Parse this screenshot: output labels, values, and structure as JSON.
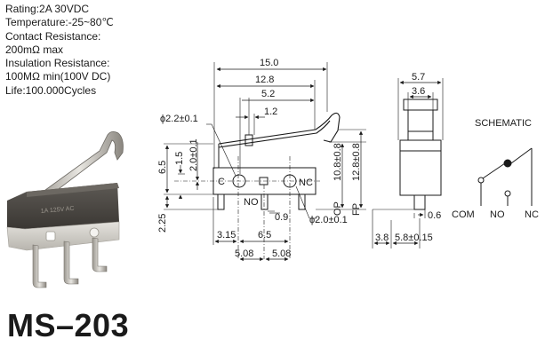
{
  "specs": {
    "rating": "Rating:2A  30VDC",
    "temperature": "Temperature:-25~80℃",
    "contact_resistance_label": "Contact Resistance:",
    "contact_resistance_value": "200mΩ max",
    "insulation_resistance_label": "Insulation Resistance:",
    "insulation_resistance_value": "100MΩ min(100V DC)",
    "life": "Life:100.000Cycles"
  },
  "model": "MS–203",
  "product_photo": {
    "body_marking": "1A 125V AC"
  },
  "front_view": {
    "dim_total_width": "15.0",
    "dim_lever_length": "12.8",
    "dim_5_2": "5.2",
    "dim_1_2": "1.2",
    "dim_hole_left": "ϕ2.2±0.1",
    "dim_hole_right": "ϕ2.0±0.1",
    "dim_body_height": "6.5",
    "dim_2_0": "2.0±0.1",
    "dim_1_5": "1.5",
    "dim_2_25": "2.25",
    "dim_op": "10.8±0.8",
    "dim_fp": "12.8±0.8",
    "label_op": "OP",
    "label_fp": "FP",
    "dim_0_9": "0.9",
    "dim_3_15": "3.15",
    "dim_6_5": "6.5",
    "dim_5_08_left": "5.08",
    "dim_5_08_right": "5.08",
    "terminal_c": "C",
    "terminal_no": "NO",
    "terminal_nc": "NC"
  },
  "side_view": {
    "dim_5_7": "5.7",
    "dim_3_6": "3.6",
    "dim_0_6": "0.6",
    "dim_3_8": "3.8",
    "dim_5_8": "5.8±0.15"
  },
  "schematic": {
    "title": "SCHEMATIC",
    "com": "COM",
    "no": "NO",
    "nc": "NC"
  }
}
